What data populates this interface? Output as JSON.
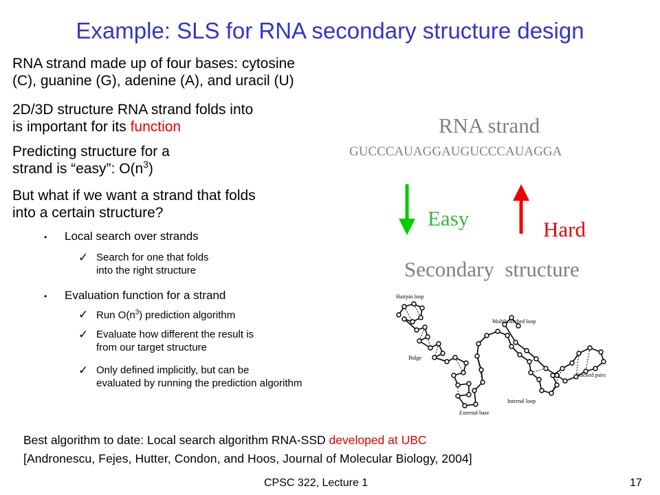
{
  "slide": {
    "title": "Example: SLS for RNA secondary structure design",
    "p1": {
      "line1": "RNA strand made up of four bases: cytosine",
      "line2": "(C), guanine (G), adenine (A), and uracil (U)"
    },
    "p2": {
      "line1": "2D/3D structure RNA strand folds into",
      "line2_pre": "is important for its ",
      "line2_red": "function"
    },
    "p3": {
      "line1": "Predicting structure for a",
      "line2_pre": "strand is “easy”: O(n",
      "sup": "3",
      "line2_post": ")"
    },
    "p4": {
      "line1": "But what if we want a strand that folds",
      "line2": "into a certain structure?"
    },
    "bullets": [
      {
        "text": "Local search over strands",
        "subs": [
          {
            "line1": "Search for one that folds",
            "line2": "into the right structure"
          }
        ]
      },
      {
        "text": "Evaluation function for a strand",
        "subs": [
          {
            "pre": "Run O(n",
            "sup": "3",
            "post": ") prediction algorithm"
          },
          {
            "line1": "Evaluate how different the result is",
            "line2": "from our target structure"
          },
          {
            "line1": "Only defined implicitly, but can be",
            "line2": "evaluated by running the prediction algorithm"
          }
        ]
      }
    ],
    "bullet_glyph": "•",
    "check_glyph": "✓",
    "diagram": {
      "rna_label": "RNA strand",
      "sequence": "GUCCCAUAGGAUGUCCCAUAGGA",
      "easy": "Easy",
      "hard": "Hard",
      "secondary": "Secondary  structure",
      "labels": {
        "hairpin": "Hairpin loop",
        "multi": "Multibranched loop",
        "bulge": "Bulge",
        "stacked": "Stacked pairs",
        "internal": "Internal loop",
        "external": "External base"
      }
    },
    "best": {
      "line1_pre": "Best algorithm to date: Local search algorithm RNA-SSD ",
      "line1_red": "developed at UBC",
      "line2": "[Andronescu, Fejes, Hutter, Condon, and Hoos, Journal of Molecular Biology, 2004]"
    },
    "footer": {
      "course": "CPSC 322, Lecture 1",
      "page": "17"
    },
    "colors": {
      "title": "#3333cc",
      "accent_red": "#e00000",
      "arrow_green": "#00cc00",
      "label_green": "#33bb33",
      "gray": "#808080"
    }
  }
}
